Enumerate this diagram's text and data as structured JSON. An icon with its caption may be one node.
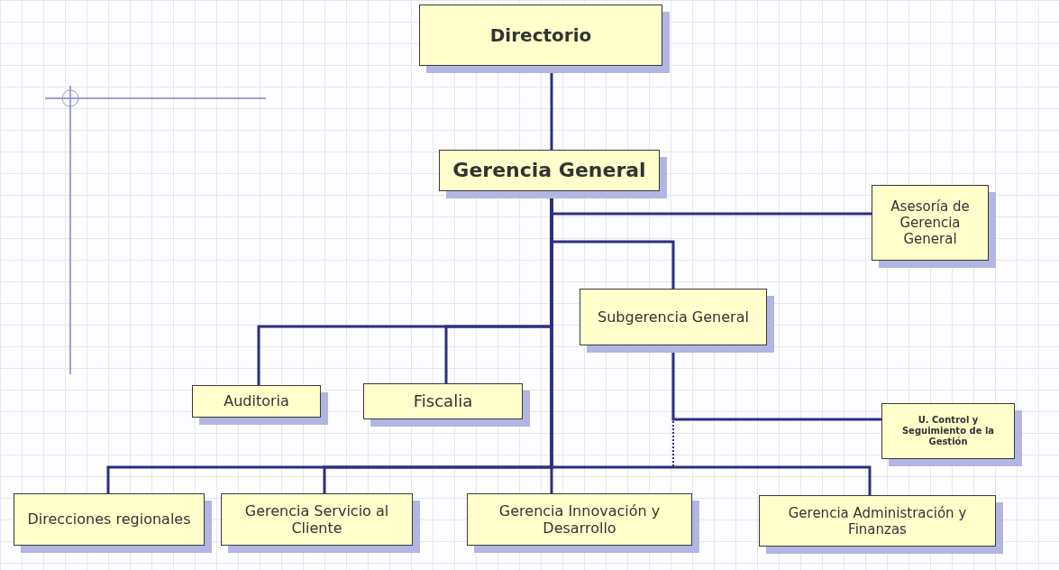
{
  "diagram": {
    "nodes": [
      {
        "text": [
          "Directorio"
        ]
      },
      {
        "text": [
          "Gerencia General"
        ]
      },
      {
        "text": [
          "Asesoría de Gerencia General"
        ]
      },
      {
        "text": [
          "Subgerencia General"
        ]
      },
      {
        "text": [
          "Auditoria"
        ]
      },
      {
        "text": [
          "Fiscalia"
        ]
      },
      {
        "text": [
          "U. Control y Seguimiento de la Gestión"
        ]
      },
      {
        "text": [
          "Direcciones regionales"
        ]
      },
      {
        "text": [
          "Gerencia Servicio al Cliente"
        ]
      },
      {
        "text": [
          "Gerencia Innovación y Desarrollo"
        ]
      },
      {
        "text": [
          "Gerencia Administración y Finanzas"
        ]
      }
    ],
    "edges": [
      {
        "from": 0,
        "to": 1,
        "arrow": "none"
      },
      {
        "from": 1,
        "to": 2,
        "arrow": "none"
      },
      {
        "from": 1,
        "to": 3,
        "arrow": "none"
      },
      {
        "from": 1,
        "to": 4,
        "arrow": "none"
      },
      {
        "from": 1,
        "to": 5,
        "arrow": "none"
      },
      {
        "from": 1,
        "to": 7,
        "arrow": "none"
      },
      {
        "from": 1,
        "to": 8,
        "arrow": "none"
      },
      {
        "from": 1,
        "to": 9,
        "arrow": "none"
      },
      {
        "from": 1,
        "to": 10,
        "arrow": "none"
      },
      {
        "from": 3,
        "to": 6,
        "arrow": "none"
      },
      {
        "from": 3,
        "to": 10,
        "arrow": "none",
        "style": "dashed"
      }
    ]
  }
}
